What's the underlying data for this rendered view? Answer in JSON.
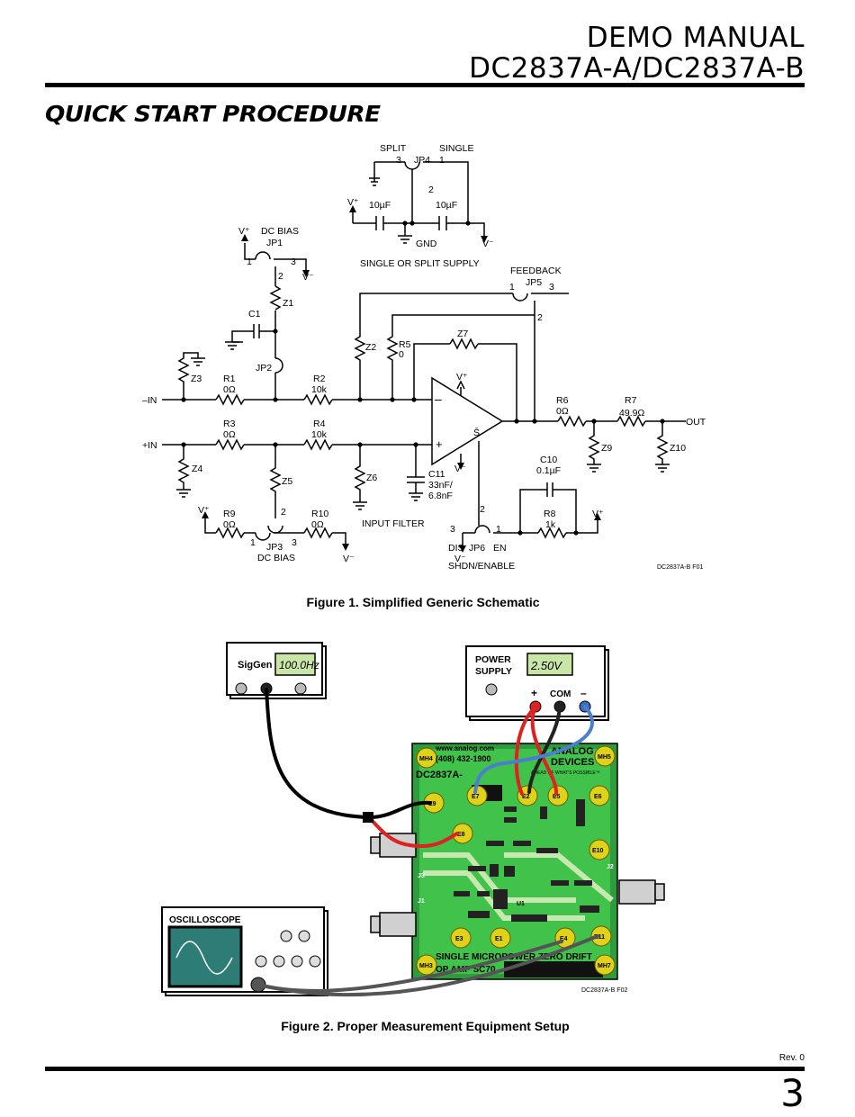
{
  "header": {
    "line1": "DEMO MANUAL",
    "line2": "DC2837A-A/DC2837A-B"
  },
  "section_title": "QUICK START PROCEDURE",
  "figure1": {
    "caption": "Figure 1. Simplified Generic Schematic",
    "code": "DC2837A-B F01",
    "labels": {
      "split": "SPLIT",
      "single": "SINGLE",
      "jp4": "JP4",
      "pin3": "3",
      "pin1": "1",
      "pin2": "2",
      "cap10uF": "10µF",
      "gnd": "GND",
      "vplus": "V⁺",
      "vminus": "V⁻",
      "supply": "SINGLE OR SPLIT SUPPLY",
      "dcbias": "DC BIAS",
      "jp1": "JP1",
      "z1": "Z1",
      "c1": "C1",
      "jp2": "JP2",
      "z3": "Z3",
      "r1": "R1",
      "r1v": "0Ω",
      "r2": "R2",
      "r2v": "10k",
      "minus_in": "–IN",
      "z2": "Z2",
      "r5": "R5",
      "r5v": "0",
      "z7": "Z7",
      "feedback": "FEEDBACK",
      "jp5": "JP5",
      "r3": "R3",
      "r3v": "0Ω",
      "r4": "R4",
      "r4v": "10k",
      "plus_in": "+IN",
      "z4": "Z4",
      "z5": "Z5",
      "z6": "Z6",
      "c11": "C11",
      "c11v1": "33nF/",
      "c11v2": "6.8nF",
      "r6": "R6",
      "r6v": "0Ω",
      "r7": "R7",
      "r7v": "49.9Ω",
      "out": "OUT",
      "z9": "Z9",
      "z10": "Z10",
      "c10": "C10",
      "c10v": "0.1µF",
      "r8": "R8",
      "r8v": "1k",
      "r9": "R9",
      "r9v": "0Ω",
      "r10": "R10",
      "r10v": "0Ω",
      "jp3": "JP3",
      "input_filter": "INPUT FILTER",
      "dis": "DIS",
      "en": "EN",
      "jp6": "JP6",
      "shdn": "SHDN/ENABLE",
      "sbar": "S̄",
      "op_minus": "–",
      "op_plus": "+"
    }
  },
  "figure2": {
    "caption": "Figure 2. Proper Measurement Equipment Setup",
    "code": "DC2837A-B F02",
    "siggen": {
      "label": "SigGen",
      "display": "100.0Hz"
    },
    "power": {
      "label1": "POWER",
      "label2": "SUPPLY",
      "display": "2.50V",
      "plus": "+",
      "com": "COM",
      "minus": "–"
    },
    "scope": {
      "label": "OSCILLOSCOPE"
    },
    "board": {
      "url": "www.analog.com",
      "phone": "(408) 432-1900",
      "model": "DC2837A-",
      "brand1": "ANALOG",
      "brand2": "DEVICES",
      "tag": "AHEAD OF WHAT'S POSSIBLE™",
      "bottom1": "SINGLE MICROPOWER ZERO DRIFT",
      "bottom2": "OP AMP SC70",
      "mh4": "MH4",
      "mh5": "MH5",
      "mh3": "MH3",
      "mh7": "MH7",
      "e9": "E9",
      "e8": "E8",
      "e7": "E7",
      "e2": "E2",
      "e5": "E5",
      "e6": "E6",
      "e10": "E10",
      "e3": "E3",
      "e1": "E1",
      "e4": "E4",
      "e11": "E11",
      "j1": "J1",
      "j2": "J2",
      "j3": "J3",
      "u1": "U1"
    }
  },
  "footer": {
    "rev": "Rev. 0",
    "page": "3"
  }
}
